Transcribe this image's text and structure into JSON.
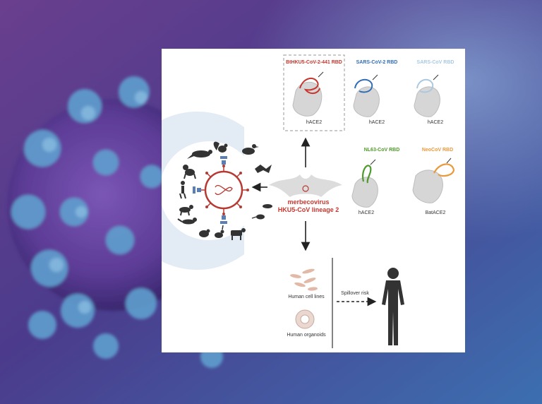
{
  "colors": {
    "batkhu5": "#c7372f",
    "sars2": "#2f6db5",
    "sars": "#a9c9e3",
    "nl63": "#4f9a2b",
    "neocov": "#e89a3c",
    "receptor": "#bdbdbd",
    "hosts": "#333333",
    "virus": "#b73a32"
  },
  "virus": {
    "line1": "merbecovirus",
    "line2": "HKU5-CoV lineage 2"
  },
  "structures": [
    {
      "id": "batkhu5",
      "title": "BtHKU5-CoV-2-441 RBD",
      "receptor": "hACE2"
    },
    {
      "id": "sars2",
      "title": "SARS-CoV-2 RBD",
      "receptor": "hACE2"
    },
    {
      "id": "sars",
      "title": "SARS-CoV RBD",
      "receptor": "hACE2"
    },
    {
      "id": "nl63",
      "title": "NL63-CoV RBD",
      "receptor": "hACE2"
    },
    {
      "id": "neocov",
      "title": "NeoCoV RBD",
      "receptor": "BatACE2"
    }
  ],
  "bottom": {
    "cells": "Human cell lines",
    "organoids": "Human organoids",
    "risk": "Spillover risk"
  },
  "icons": [
    "coronavirus-background-icon",
    "bat-icon",
    "virus-icon",
    "receptor-icon",
    "human-icon",
    "pangolin-icon",
    "squirrel-icon",
    "duck-icon",
    "monkey-icon",
    "dog-icon",
    "cat-icon",
    "rabbit-icon",
    "cow-icon",
    "mouse-icon",
    "ferret-icon",
    "sheep-icon",
    "cell-line-icon",
    "organoid-icon",
    "human-silhouette-icon"
  ]
}
